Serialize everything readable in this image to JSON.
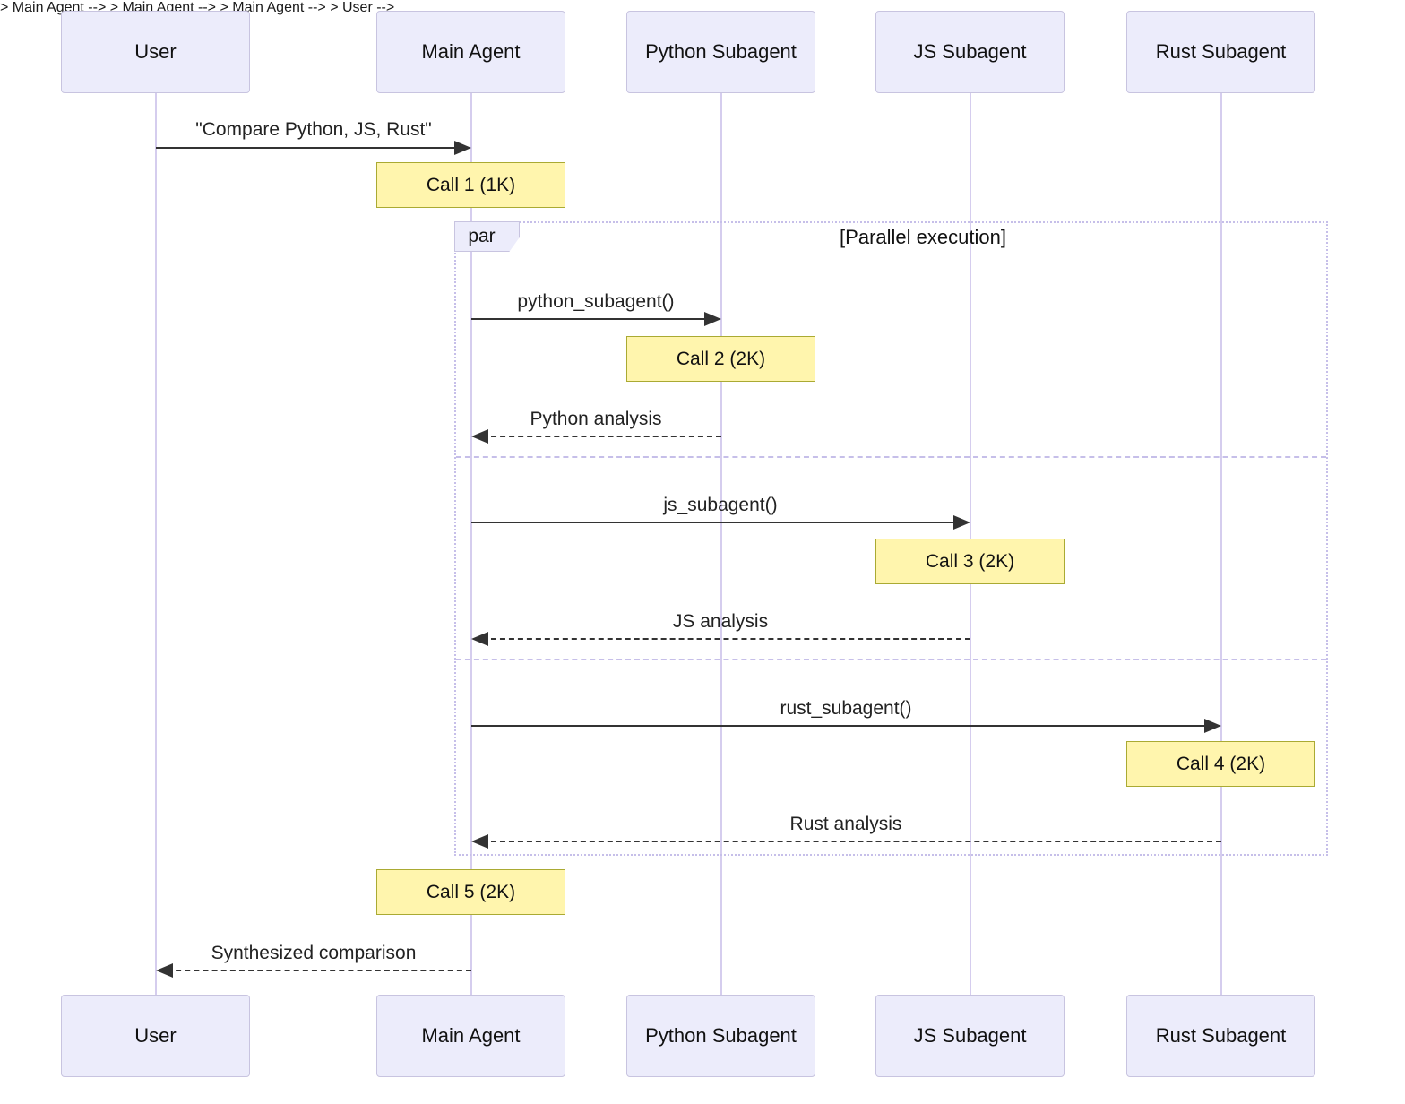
{
  "diagram": {
    "type": "sequence",
    "actors": [
      {
        "label": "User"
      },
      {
        "label": "Main Agent"
      },
      {
        "label": "Python Subagent"
      },
      {
        "label": "JS Subagent"
      },
      {
        "label": "Rust Subagent"
      }
    ],
    "par_block": {
      "tag": "par",
      "title": "[Parallel execution]"
    },
    "messages": [
      {
        "from": "User",
        "to": "Main Agent",
        "label": "\"Compare Python, JS, Rust\"",
        "line": "solid"
      },
      {
        "from": "Main Agent",
        "to": "Python Subagent",
        "label": "python_subagent()",
        "line": "solid"
      },
      {
        "from": "Python Subagent",
        "to": "Main Agent",
        "label": "Python analysis",
        "line": "dashed"
      },
      {
        "from": "Main Agent",
        "to": "JS Subagent",
        "label": "js_subagent()",
        "line": "solid"
      },
      {
        "from": "JS Subagent",
        "to": "Main Agent",
        "label": "JS analysis",
        "line": "dashed"
      },
      {
        "from": "Main Agent",
        "to": "Rust Subagent",
        "label": "rust_subagent()",
        "line": "solid"
      },
      {
        "from": "Rust Subagent",
        "to": "Main Agent",
        "label": "Rust analysis",
        "line": "dashed"
      },
      {
        "from": "Main Agent",
        "to": "User",
        "label": "Synthesized comparison",
        "line": "dashed"
      }
    ],
    "notes": [
      {
        "over": "Main Agent",
        "label": "Call 1 (1K)"
      },
      {
        "over": "Python Subagent",
        "label": "Call 2 (2K)"
      },
      {
        "over": "JS Subagent",
        "label": "Call 3 (2K)"
      },
      {
        "over": "Rust Subagent",
        "label": "Call 4 (2K)"
      },
      {
        "over": "Main Agent",
        "label": "Call 5 (2K)"
      }
    ],
    "colors": {
      "actor_fill": "#ECECFB",
      "actor_border": "#C8C4E0",
      "lifeline": "#D5CDEE",
      "note_fill": "#FFF5AD",
      "note_border": "#AAAA33",
      "frame_border": "#C6BFE9",
      "message_line": "#333333",
      "text": "#1A1A1A",
      "bg": "#FFFFFF"
    }
  }
}
